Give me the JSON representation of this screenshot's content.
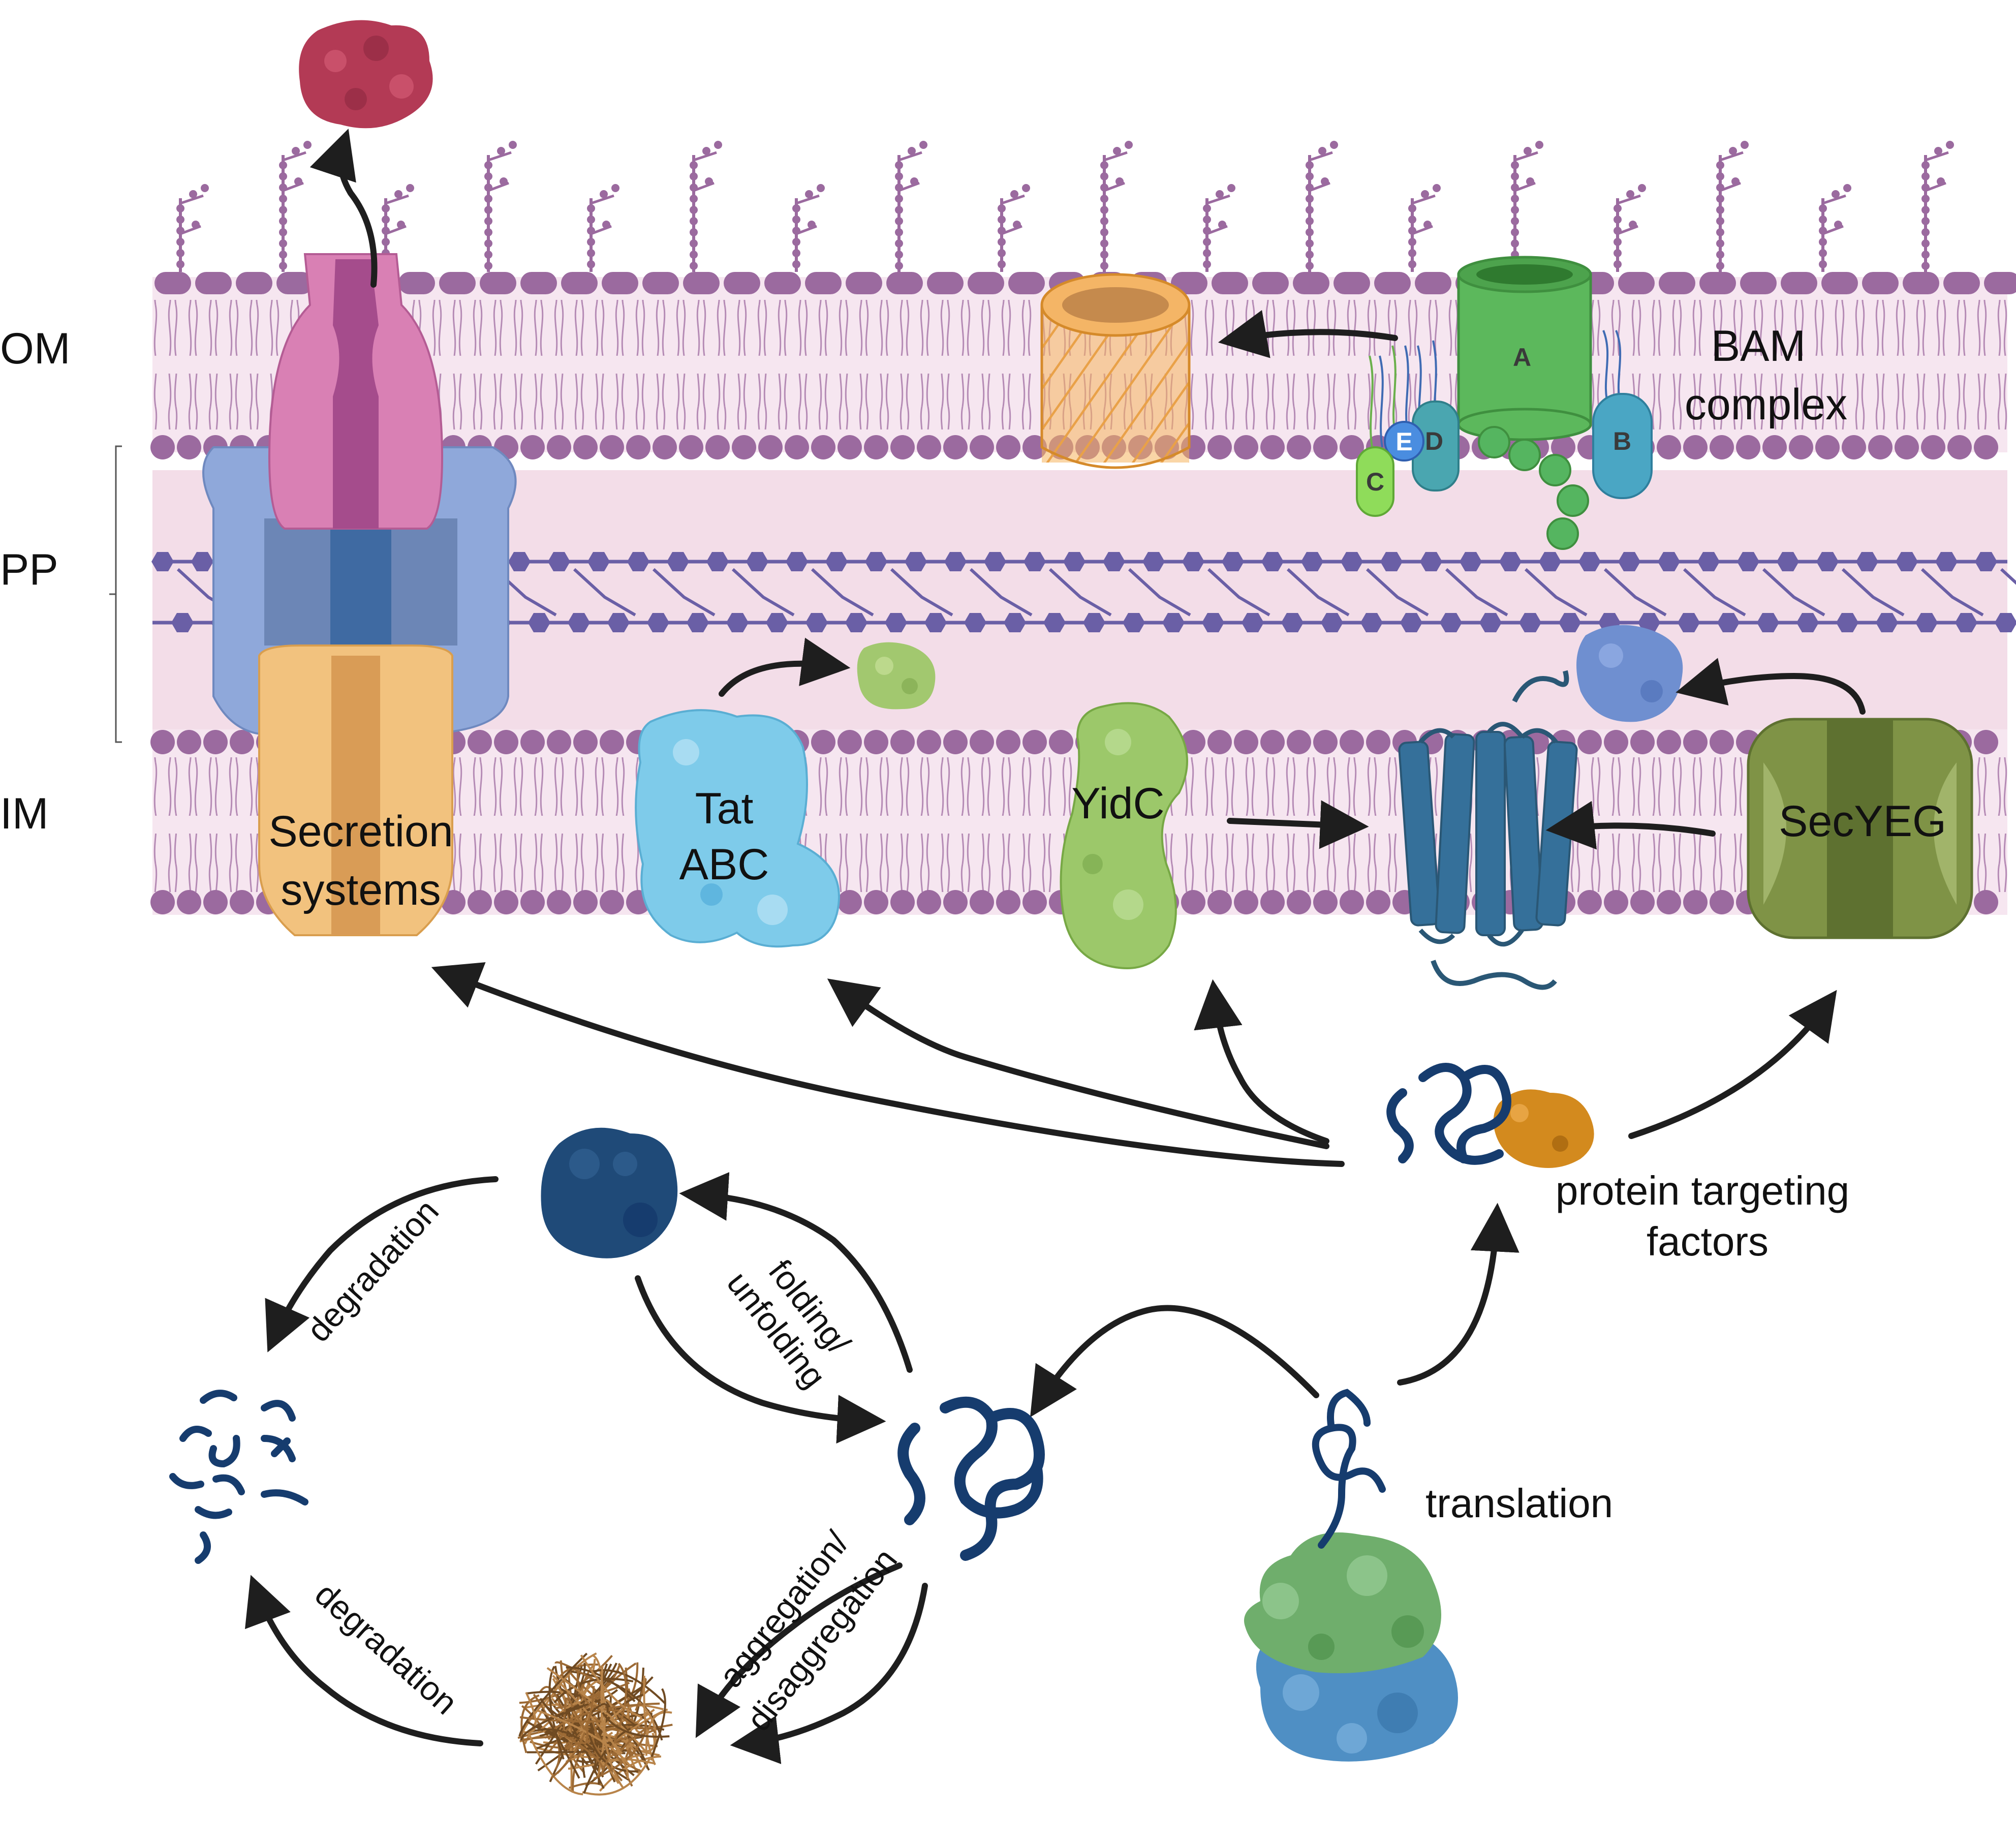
{
  "region_labels": {
    "outer_membrane": "OM",
    "periplasm": "PP",
    "inner_membrane": "IM"
  },
  "complexes": {
    "bam_line1": "BAM",
    "bam_line2": "complex",
    "bam_subunits": {
      "a": "A",
      "b": "B",
      "c": "C",
      "d": "D",
      "e": "E"
    },
    "tat_line1": "Tat",
    "tat_line2": "ABC",
    "yidc": "YidC",
    "secyeg": "SecYEG",
    "secretion_line1": "Secretion",
    "secretion_line2": "systems"
  },
  "processes": {
    "targeting_line1": "protein targeting",
    "targeting_line2": "factors",
    "translation": "translation",
    "degradation_top": "degradation",
    "degradation_bottom": "degradation",
    "folding_line1": "folding/",
    "folding_line2": "unfolding",
    "aggregation_line1": "aggregation/",
    "aggregation_line2": "disaggregation"
  },
  "colors": {
    "lipid_head": "#9b6a9f",
    "membrane_bg": "#f6e6f0",
    "periplasm_bg": "#f3dde8",
    "peptidoglycan": "#6a5fa6",
    "bam_green": "#5cb85c",
    "bam_blue": "#4aa6c4",
    "tat_blue": "#7ecbea",
    "yidc_green": "#9cc86a",
    "secyeg_olive": "#7f9346",
    "membrane_protein": "#35709a",
    "secretion_pink": "#d980b4",
    "secretion_blue": "#8fa8da",
    "secretion_orange": "#f2c27e",
    "protein_navy": "#163c6e",
    "targeting_factor": "#d38a1e",
    "aggregate_brown": "#9c6a35",
    "ribosome_green": "#6fae6c",
    "ribosome_blue": "#4f8fc4",
    "secreted_protein": "#b33a55"
  }
}
